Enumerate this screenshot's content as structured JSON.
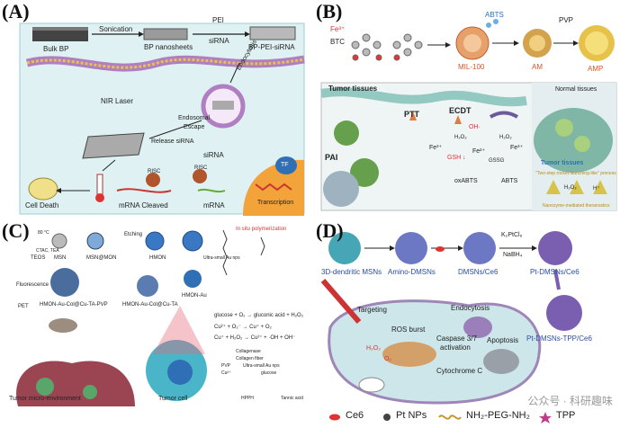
{
  "panels": {
    "A": {
      "label": "(A)",
      "bulk": "Bulk BP",
      "sonication": "Sonication",
      "nanosheets": "BP nanosheets",
      "pei": "PEI",
      "sirna_top": "siRNA",
      "bp_pei": "BP-PEI-siRNA",
      "endocytosis": "Endocytosis",
      "nir": "NIR Laser",
      "endosomal": "Endosomal",
      "escape": "Escape",
      "release": "Release siRNA",
      "sirna_mid": "siRNA",
      "risc1": "RISC",
      "risc2": "RISC",
      "cell_death": "Cell Death",
      "mrna_cleaved": "mRNA Cleaved",
      "mrna": "mRNA",
      "tf": "TF",
      "transcription": "Transcription"
    },
    "B": {
      "label": "(B)",
      "fe": "Fe³⁺",
      "btc": "BTC",
      "abts": "ABTS",
      "pvp": "PVP",
      "mil": "MIL-100",
      "am": "AM",
      "amp": "AMP",
      "tumor_tissues": "Tumor tissues",
      "normal_tissues": "Normal tissues",
      "tumor_tissues2": "Tumor tissues",
      "rocket": "\"Two-step rocket launching-like\" process",
      "nanozyme": "Nanozyme-mediated theranostics",
      "pai": "PAI",
      "ptt": "PTT",
      "ecdt": "ECDT",
      "oh": "OH·",
      "fe3_a": "Fe³⁺",
      "fe2": "Fe²⁺",
      "fe3_b": "Fe³⁺",
      "h2o2_a": "H₂O₂",
      "h2o2_b": "H₂O₂",
      "gsh": "GSH ↓",
      "gssg": "GSSG",
      "oxabts": "oxABTS",
      "abts2": "ABTS",
      "h2o2_c": "H₂O₂",
      "hplus": "H⁺"
    },
    "C": {
      "label": "(C)",
      "teos": "TEOS",
      "ctac": "CTAC, TEA",
      "temp": "80 °C",
      "msn": "MSN",
      "msnmon": "MSN@MON",
      "etching": "Etching",
      "hmon": "HMON",
      "situ": "In situ polymerization",
      "ultra": "Ultra-small Au nps",
      "fluorescence": "Fluorescence",
      "pet": "PET",
      "hmonpvp": "HMON-Au-Col@Cu-TA-PVP",
      "hmoncol": "HMON-Au-Col@Cu-TA",
      "hmonau": "HMON-Au",
      "eq1": "glucose + O₂ → gluconic acid + H₂O₂",
      "eq2": "Cu²⁺ + O₂⁻ → Cu⁺ + O₂",
      "eq3": "Cu⁺ + H₂O₂ → Cu²⁺ + ·OH + OH⁻",
      "leg_col": "Collagenase",
      "leg_fib": "Collagen fiber",
      "leg_pvp": "PVP",
      "leg_au": "Ultra-small Au nps",
      "leg_cu": "Cu²⁺",
      "leg_glu": "glucose",
      "hpph": "HPPH",
      "tannic": "Tannic acid",
      "micro": "Tumor micro-environment",
      "cell": "Tumor cell"
    },
    "D": {
      "label": "(D)",
      "dendritic": "3D-dendritic MSNs",
      "amino": "Amino-DMSNs",
      "dmsns": "DMSNs/Ce6",
      "k2": "K₂PtCl₆",
      "nabh": "NaBH₄",
      "pt": "Pt-DMSNs/Ce6",
      "pttpp": "Pt-DMSNs-TPP/Ce6",
      "targeting": "Targeting",
      "endocytosis": "Endocytosis",
      "ros": "ROS burst",
      "caspase": "Caspase 3/7",
      "activation": "activation",
      "apoptosis": "Apoptosis",
      "cyto": "Cytochrome C",
      "h2o2": "H₂O₂",
      "o2": "O₂"
    }
  },
  "legend": {
    "ce6": "Ce6",
    "ptnps": "Pt NPs",
    "nh2": "NH₂-PEG-NH₂",
    "tpp": "TPP"
  },
  "watermark": "公众号 · 科研趣味"
}
